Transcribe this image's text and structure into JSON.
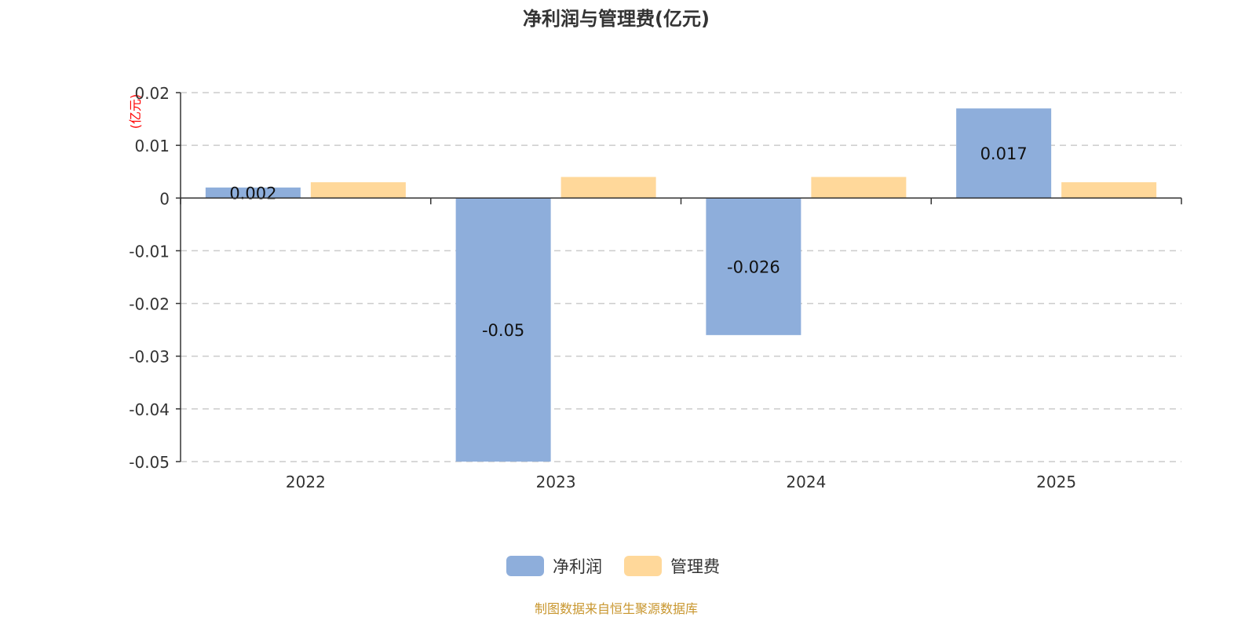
{
  "chart_data": {
    "type": "bar",
    "title": "净利润与管理费(亿元)",
    "ylabel": "(亿元)",
    "xlabel": "",
    "categories": [
      "2022",
      "2023",
      "2024",
      "2025"
    ],
    "series": [
      {
        "name": "净利润",
        "values": [
          0.002,
          -0.05,
          -0.026,
          0.017
        ],
        "labels": [
          "0.002",
          "-0.05",
          "-0.026",
          "0.017"
        ],
        "color": "#8eaedb"
      },
      {
        "name": "管理费",
        "values": [
          0.003,
          0.004,
          0.004,
          0.003
        ],
        "color": "#ffd89a"
      }
    ],
    "ylim": [
      -0.05,
      0.02
    ],
    "yticks": [
      0.02,
      0.01,
      0,
      -0.01,
      -0.02,
      -0.03,
      -0.04,
      -0.05
    ],
    "ytick_labels": [
      "0.02",
      "0.01",
      "0",
      "-0.01",
      "-0.02",
      "-0.03",
      "-0.04",
      "-0.05"
    ],
    "grid": true,
    "legend_position": "bottom-center"
  },
  "footer": {
    "source": "制图数据来自恒生聚源数据库"
  },
  "colors": {
    "source": "#c8962e",
    "ylabel": "#ff0000"
  }
}
